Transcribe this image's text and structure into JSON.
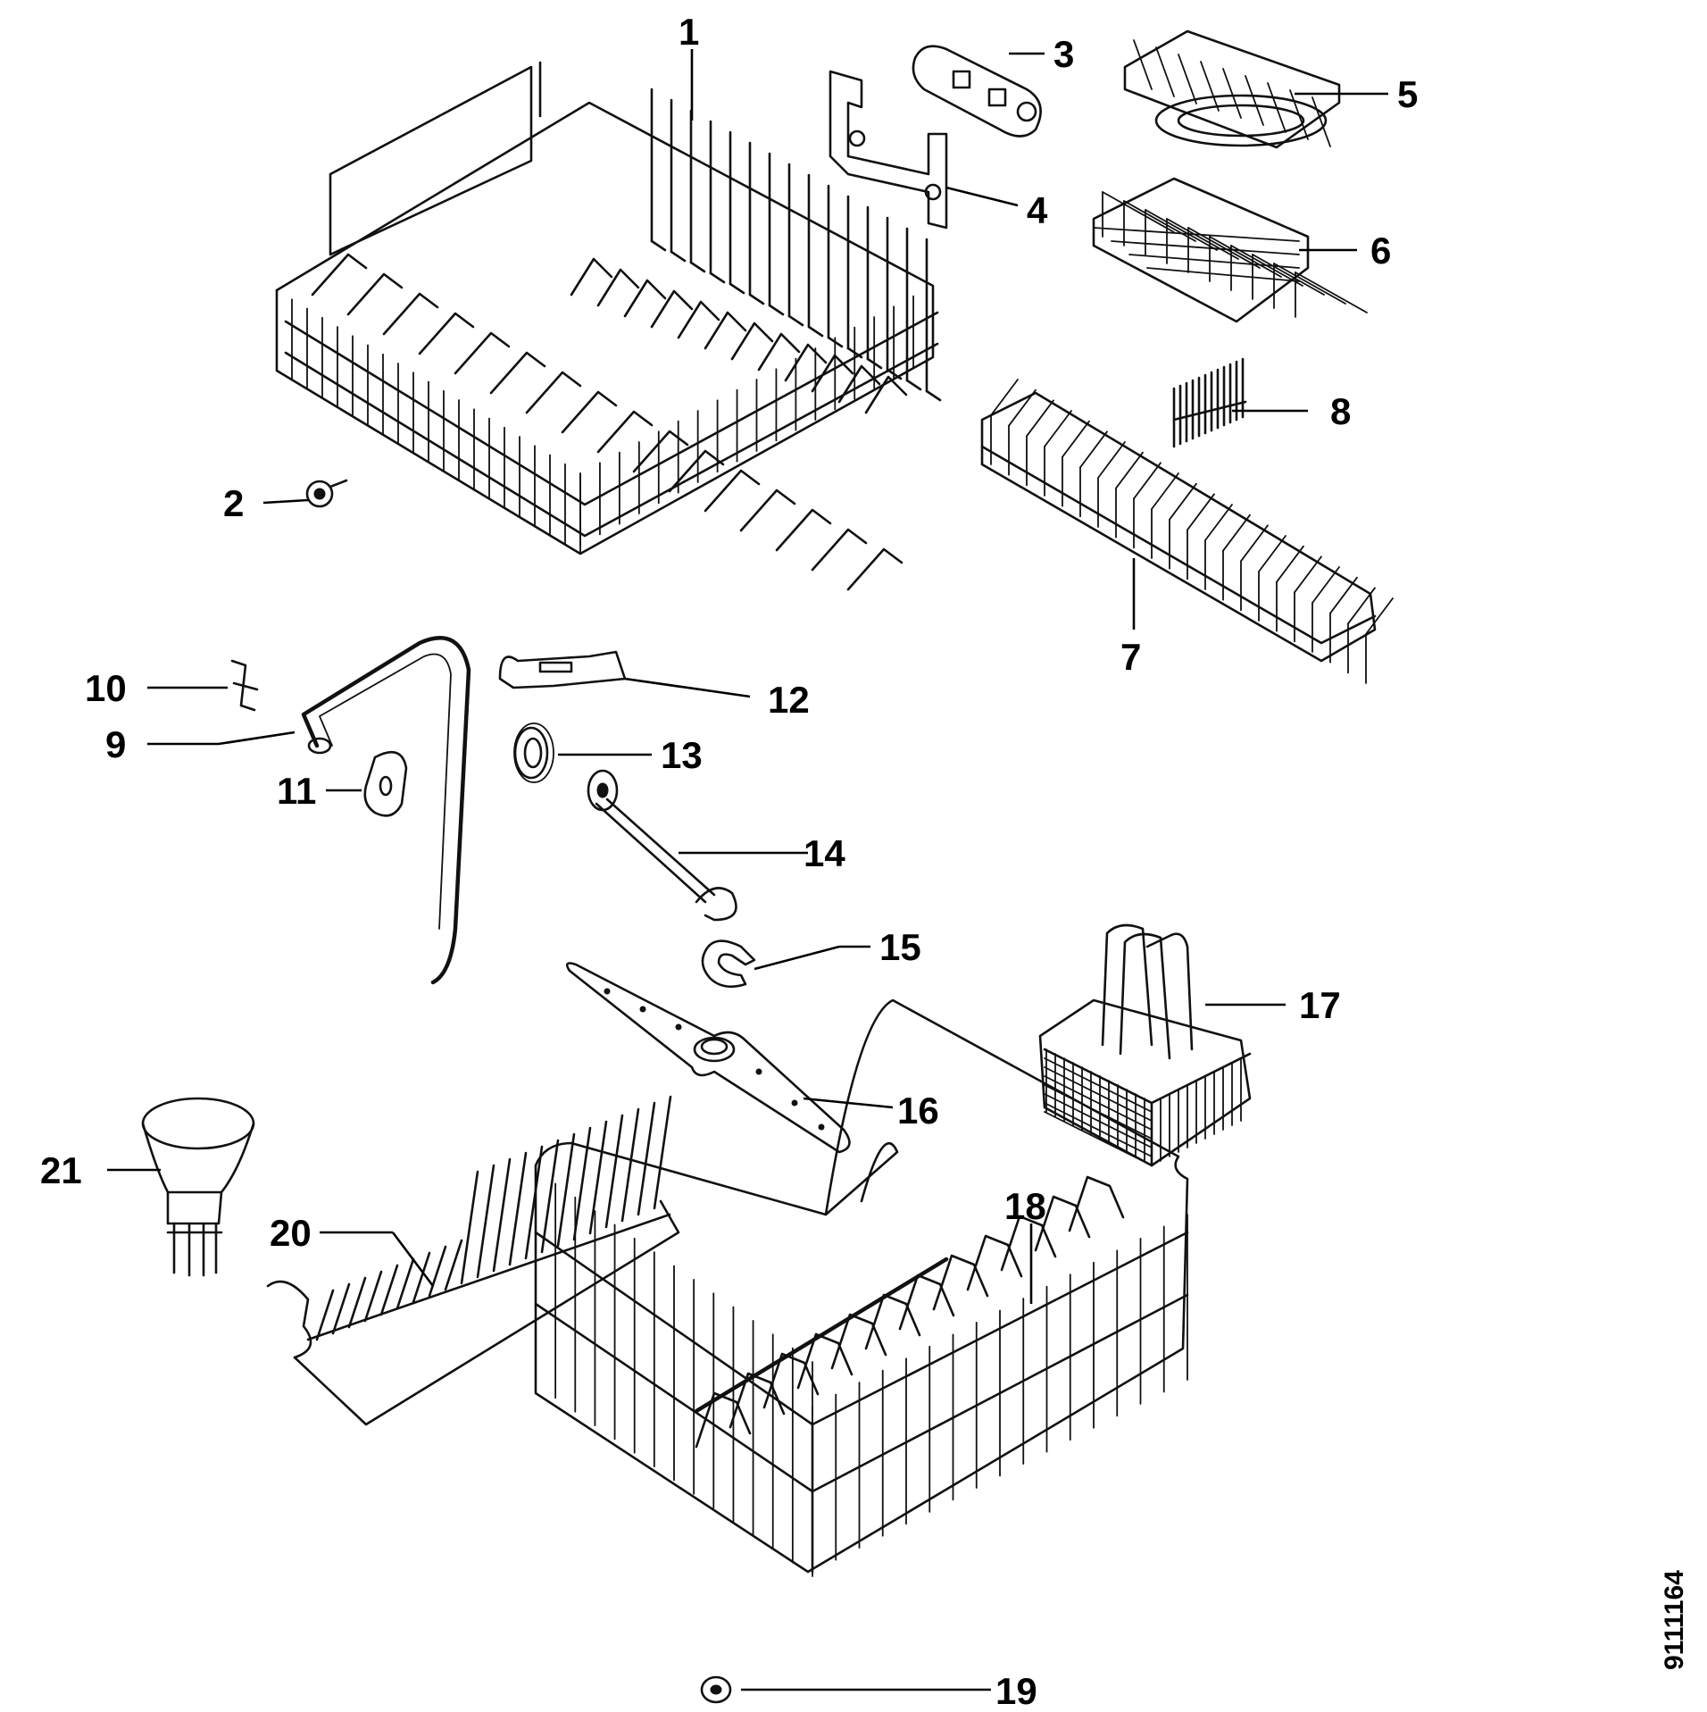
{
  "diagram": {
    "callouts": [
      "1",
      "2",
      "3",
      "4",
      "5",
      "6",
      "7",
      "8",
      "9",
      "10",
      "11",
      "12",
      "13",
      "14",
      "15",
      "16",
      "17",
      "18",
      "19",
      "20",
      "21"
    ],
    "doc_number": "9111164"
  },
  "colors": {
    "ink": "#111111",
    "background": "#ffffff"
  }
}
